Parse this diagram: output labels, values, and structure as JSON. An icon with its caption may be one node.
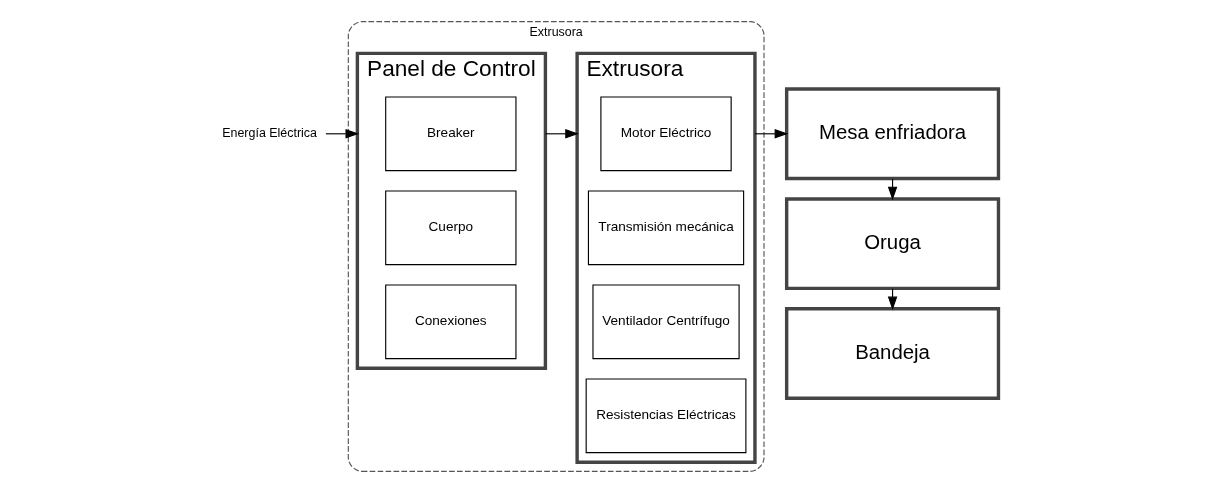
{
  "diagram": {
    "nodes": [
      {
        "text": [
          "Energía Eléctrica"
        ]
      },
      {
        "text": [
          "Extrusora"
        ]
      },
      {
        "text": [
          "Panel de Control"
        ],
        "in": 1
      },
      {
        "text": [
          "Breaker"
        ],
        "in": 2
      },
      {
        "text": [
          "Cuerpo"
        ],
        "in": 2
      },
      {
        "text": [
          "Conexiones"
        ],
        "in": 2
      },
      {
        "text": [
          "Extrusora"
        ],
        "in": 1
      },
      {
        "text": [
          "Motor Eléctrico"
        ],
        "in": 6
      },
      {
        "text": [
          "Transmisión mecánica"
        ],
        "in": 6
      },
      {
        "text": [
          "Ventilador Centrífugo"
        ],
        "in": 6
      },
      {
        "text": [
          "Resistencias Eléctricas"
        ],
        "in": 6
      },
      {
        "text": [
          "Mesa enfriadora"
        ]
      },
      {
        "text": [
          "Oruga"
        ]
      },
      {
        "text": [
          "Bandeja"
        ]
      }
    ],
    "edges": [
      {
        "from": 0,
        "to": 2,
        "arrow": "to"
      },
      {
        "from": 2,
        "to": 6,
        "arrow": "to"
      },
      {
        "from": 6,
        "to": 11,
        "arrow": "to"
      },
      {
        "from": 11,
        "to": 12,
        "arrow": "to"
      },
      {
        "from": 12,
        "to": 13,
        "arrow": "to"
      }
    ]
  }
}
